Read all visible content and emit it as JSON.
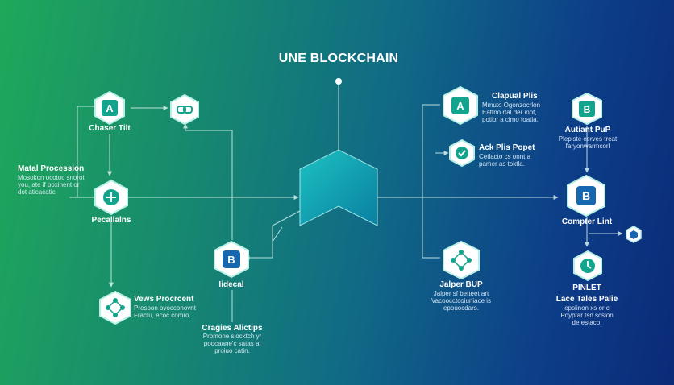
{
  "title": "UNE BLOCKCHAIN",
  "colors": {
    "accent": "#0fa3a6",
    "node_fill": "#ffffff",
    "node_stroke": "#b8f0e6",
    "line": "#d7f4ee",
    "teal_glyph": "#12a48c",
    "blue_glyph": "#1766b0"
  },
  "nodes": {
    "chaser": {
      "glyph": "A",
      "icon": "letter-a-icon",
      "label": "Chaser Tilt"
    },
    "link": {
      "icon": "link-icon"
    },
    "metal": {
      "label": "Matal Procession",
      "desc": "Mosokon ocotoc snorot\nyou, ate if poxinent or\ndot aticacatic"
    },
    "pecalla": {
      "icon": "network-icon",
      "label": "Pecallalns"
    },
    "views": {
      "icon": "network-icon",
      "label": "Vews Procrcent",
      "desc": "Prespon ovocconovnt\nFractu, ecoc comro."
    },
    "ideal": {
      "glyph": "B",
      "icon": "letter-b-icon",
      "label": "Iidecal"
    },
    "cragies": {
      "label": "Cragies Alictips",
      "desc": "Promone slocktch yr\npoocaane'c satas al\nproiuo catin."
    },
    "clapual": {
      "glyph": "A",
      "icon": "letter-a-icon",
      "label": "Clapual Plis",
      "desc": "Mmuto Ogonzocrlon\nEattno rtal der ioot,\npotior a cimo toatia."
    },
    "askplis": {
      "icon": "check-icon",
      "label": "Ack Plis Popet",
      "desc": "Cetlacto cs onnt a\npamer as toktla."
    },
    "jalper": {
      "icon": "network-icon",
      "label": "Jalper BUP",
      "desc": "Jalper sf betteet art\nVacoocctcoiuniace is\nepouocdars."
    },
    "autiant": {
      "glyph": "B",
      "icon": "letter-b-icon",
      "label": "Autiant PuP",
      "desc": "Plepiste cerves treat\nfaryonwarmcorl"
    },
    "compter": {
      "glyph": "B",
      "icon": "letter-b-icon",
      "label": "Compter Lint"
    },
    "side": {
      "icon": "small-hexagon-icon"
    },
    "pinlet": {
      "icon": "clock-icon",
      "label": "PINLET"
    },
    "lace": {
      "label": "Lace Tales Palie",
      "desc": "epslinon xs or c\nPoyptar tsn scslon\nde estaco."
    }
  }
}
